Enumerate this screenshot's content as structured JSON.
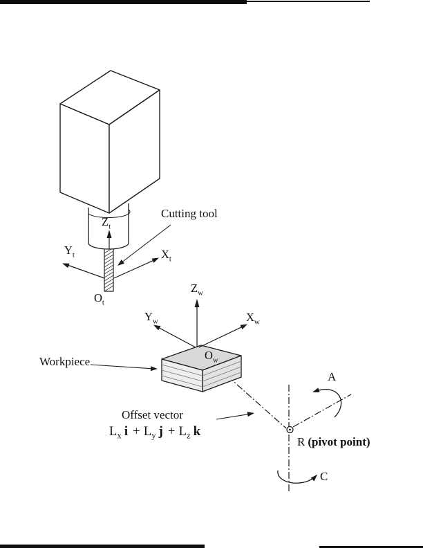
{
  "colors": {
    "ink": "#1a1a1a",
    "paper": "#ffffff"
  },
  "figure": {
    "cutting_tool_label": "Cutting tool",
    "workpiece_label": "Workpiece",
    "offset_vector_label": "Offset vector",
    "pivot": {
      "point": "R",
      "paren": "(pivot point)"
    },
    "rotary_axes": {
      "a": "A",
      "c": "C"
    },
    "tool_frame": {
      "x": "X",
      "y": "Y",
      "z": "Z",
      "o": "O",
      "sub": "t"
    },
    "work_frame": {
      "x": "X",
      "y": "Y",
      "z": "Z",
      "o": "O",
      "sub": "w"
    },
    "offset_formula": {
      "coeff": "L",
      "sub_x": "x",
      "sub_y": "y",
      "sub_z": "z",
      "unit_i": "i",
      "unit_j": "j",
      "unit_k": "k",
      "plus": "+"
    }
  }
}
